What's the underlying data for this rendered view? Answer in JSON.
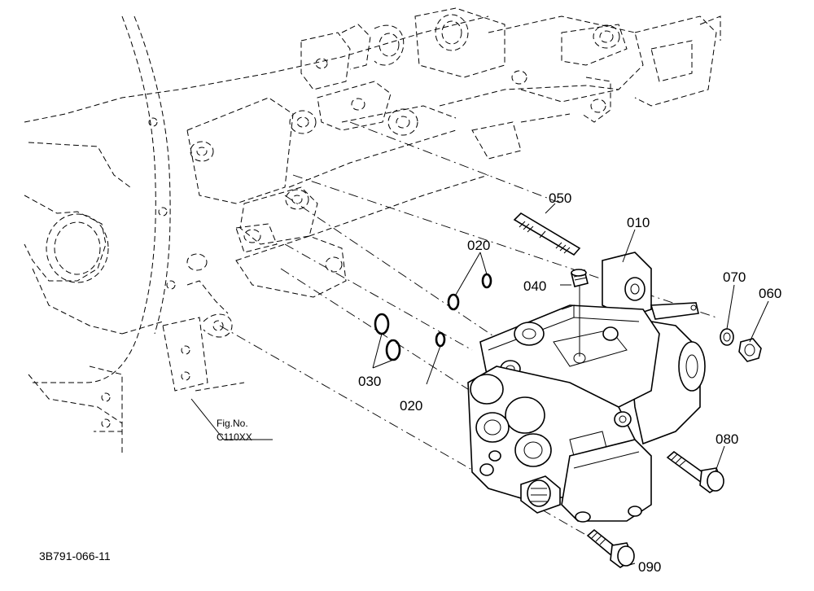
{
  "labels": {
    "p010": "010",
    "p020a": "020",
    "p020b": "020",
    "p030": "030",
    "p040": "040",
    "p050": "050",
    "p060": "060",
    "p070": "070",
    "p080": "080",
    "p090": "090"
  },
  "figref": {
    "line1": "Fig.No.",
    "line2": "C110XX"
  },
  "drawing_code": "3B791-066-11",
  "colors": {
    "ink": "#000000",
    "paper": "#ffffff"
  }
}
